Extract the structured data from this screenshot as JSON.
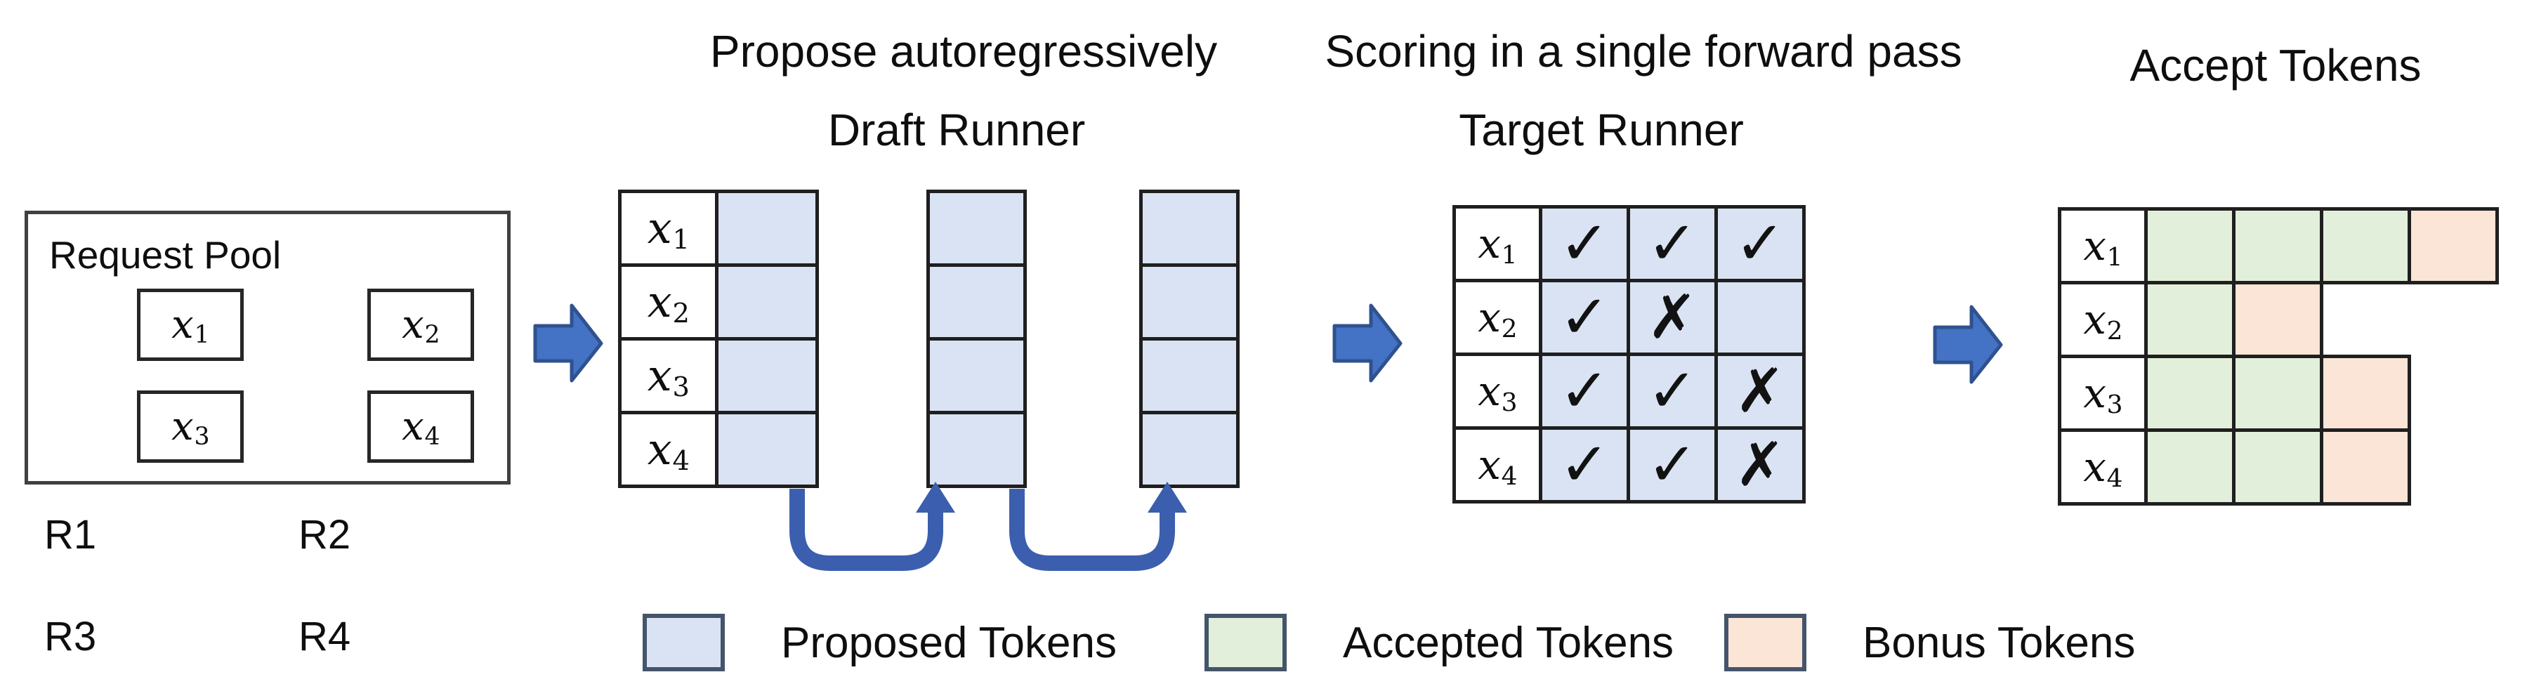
{
  "titles": {
    "propose": "Propose autoregressively",
    "draft_runner": "Draft Runner",
    "scoring": "Scoring in a single forward pass",
    "target_runner": "Target Runner",
    "accept": "Accept Tokens"
  },
  "request_pool": {
    "title": "Request Pool",
    "items": [
      {
        "request": "R1",
        "token": "x",
        "subscript": "1"
      },
      {
        "request": "R2",
        "token": "x",
        "subscript": "2"
      },
      {
        "request": "R3",
        "token": "x",
        "subscript": "3"
      },
      {
        "request": "R4",
        "token": "x",
        "subscript": "4"
      }
    ]
  },
  "draft_runner": {
    "row_tokens": [
      {
        "token": "x",
        "subscript": "1"
      },
      {
        "token": "x",
        "subscript": "2"
      },
      {
        "token": "x",
        "subscript": "3"
      },
      {
        "token": "x",
        "subscript": "4"
      }
    ],
    "proposal_steps": 3
  },
  "target_runner": {
    "rows": [
      {
        "token": "x",
        "subscript": "1",
        "marks": [
          "check",
          "check",
          "check"
        ]
      },
      {
        "token": "x",
        "subscript": "2",
        "marks": [
          "check",
          "cross",
          "none"
        ]
      },
      {
        "token": "x",
        "subscript": "3",
        "marks": [
          "check",
          "check",
          "cross"
        ]
      },
      {
        "token": "x",
        "subscript": "4",
        "marks": [
          "check",
          "check",
          "cross"
        ]
      }
    ]
  },
  "accept_tokens": {
    "rows": [
      {
        "token": "x",
        "subscript": "1",
        "cells": [
          "accepted",
          "accepted",
          "accepted",
          "bonus"
        ]
      },
      {
        "token": "x",
        "subscript": "2",
        "cells": [
          "accepted",
          "bonus"
        ]
      },
      {
        "token": "x",
        "subscript": "3",
        "cells": [
          "accepted",
          "accepted",
          "bonus"
        ]
      },
      {
        "token": "x",
        "subscript": "4",
        "cells": [
          "accepted",
          "accepted",
          "bonus"
        ]
      }
    ]
  },
  "legend": {
    "items": [
      {
        "key": "proposed",
        "label": "Proposed Tokens"
      },
      {
        "key": "accepted",
        "label": "Accepted Tokens"
      },
      {
        "key": "bonus",
        "label": "Bonus Tokens"
      }
    ]
  },
  "glyphs": {
    "check": "✓",
    "cross": "✗"
  },
  "colors": {
    "proposed": "#dae3f3",
    "accepted": "#e2efda",
    "bonus": "#fbe5d6",
    "arrow_fill": "#4472c4",
    "arrow_border": "#2f528f",
    "curved_arrow": "#3b5fae",
    "cell_border": "#1f1f1f"
  }
}
